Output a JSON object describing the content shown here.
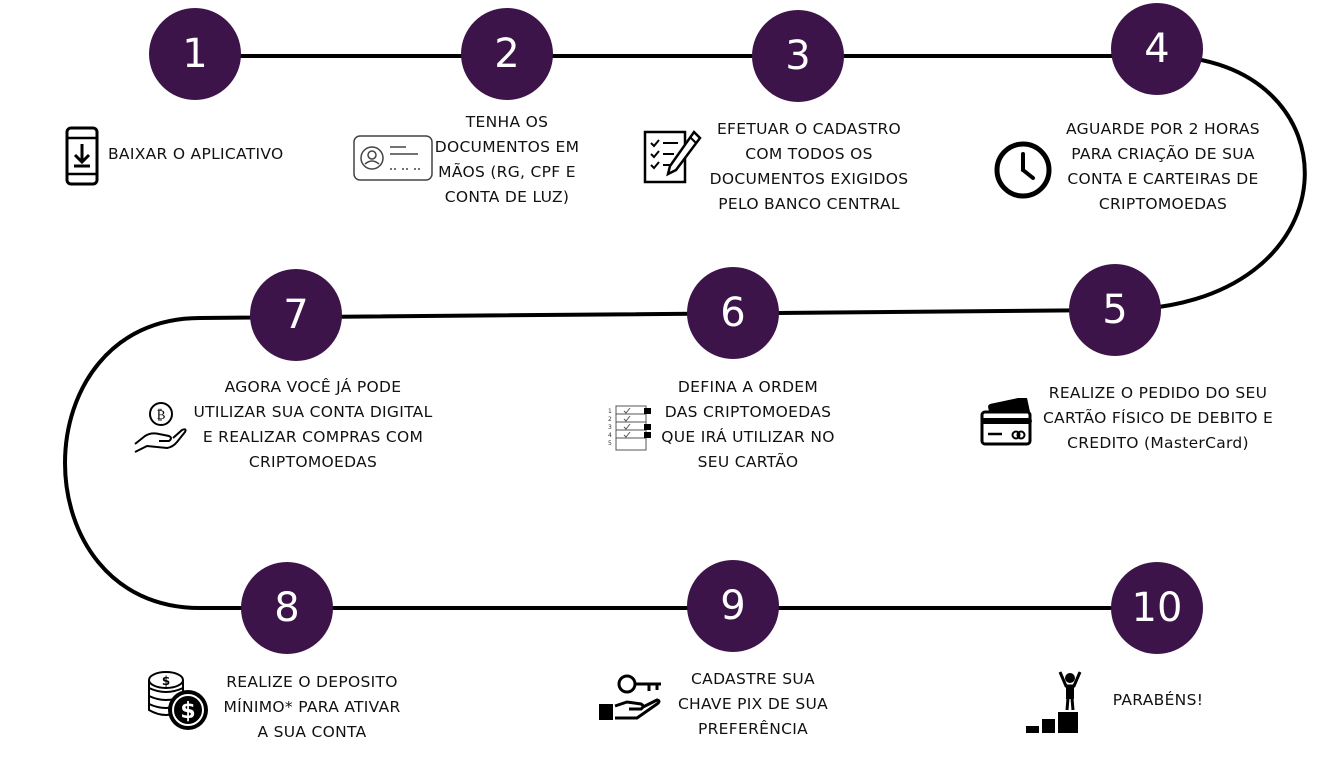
{
  "steps": [
    {
      "number": "1",
      "icon": "phone-download-icon",
      "lines": [
        "BAIXAR O APLICATIVO"
      ]
    },
    {
      "number": "2",
      "icon": "id-card-icon",
      "lines": [
        "TENHA OS",
        "DOCUMENTOS EM",
        "MÃOS (RG, CPF E",
        "CONTA DE LUZ)"
      ]
    },
    {
      "number": "3",
      "icon": "form-pencil-icon",
      "lines": [
        "EFETUAR O CADASTRO",
        "COM TODOS OS",
        "DOCUMENTOS EXIGIDOS",
        "PELO BANCO CENTRAL"
      ]
    },
    {
      "number": "4",
      "icon": "clock-icon",
      "lines": [
        "AGUARDE POR 2 HORAS",
        "PARA CRIAÇÃO DE SUA",
        "CONTA E CARTEIRAS DE",
        "CRIPTOMOEDAS"
      ]
    },
    {
      "number": "5",
      "icon": "credit-card-icon",
      "lines": [
        "REALIZE O PEDIDO DO SEU",
        "CARTÃO FÍSICO DE DEBITO E",
        "CREDITO (MasterCard)"
      ]
    },
    {
      "number": "6",
      "icon": "checklist-icon",
      "lines": [
        "DEFINA A ORDEM",
        "DAS CRIPTOMOEDAS",
        "QUE IRÁ UTILIZAR NO",
        "SEU CARTÃO"
      ]
    },
    {
      "number": "7",
      "icon": "hand-bitcoin-icon",
      "lines": [
        "AGORA VOCÊ JÁ PODE",
        "UTILIZAR SUA CONTA DIGITAL",
        "E REALIZAR COMPRAS COM",
        "CRIPTOMOEDAS"
      ]
    },
    {
      "number": "8",
      "icon": "coins-dollar-icon",
      "lines": [
        "REALIZE O DEPOSITO",
        "MÍNIMO* PARA ATIVAR",
        "A SUA CONTA"
      ]
    },
    {
      "number": "9",
      "icon": "hand-key-icon",
      "lines": [
        "CADASTRE SUA",
        "CHAVE PIX DE SUA",
        "PREFERÊNCIA"
      ]
    },
    {
      "number": "10",
      "icon": "podium-person-icon",
      "lines": [
        "PARABÉNS!"
      ]
    }
  ],
  "colors": {
    "circle": "#3d1449",
    "path": "#000000",
    "text": "#111111"
  }
}
